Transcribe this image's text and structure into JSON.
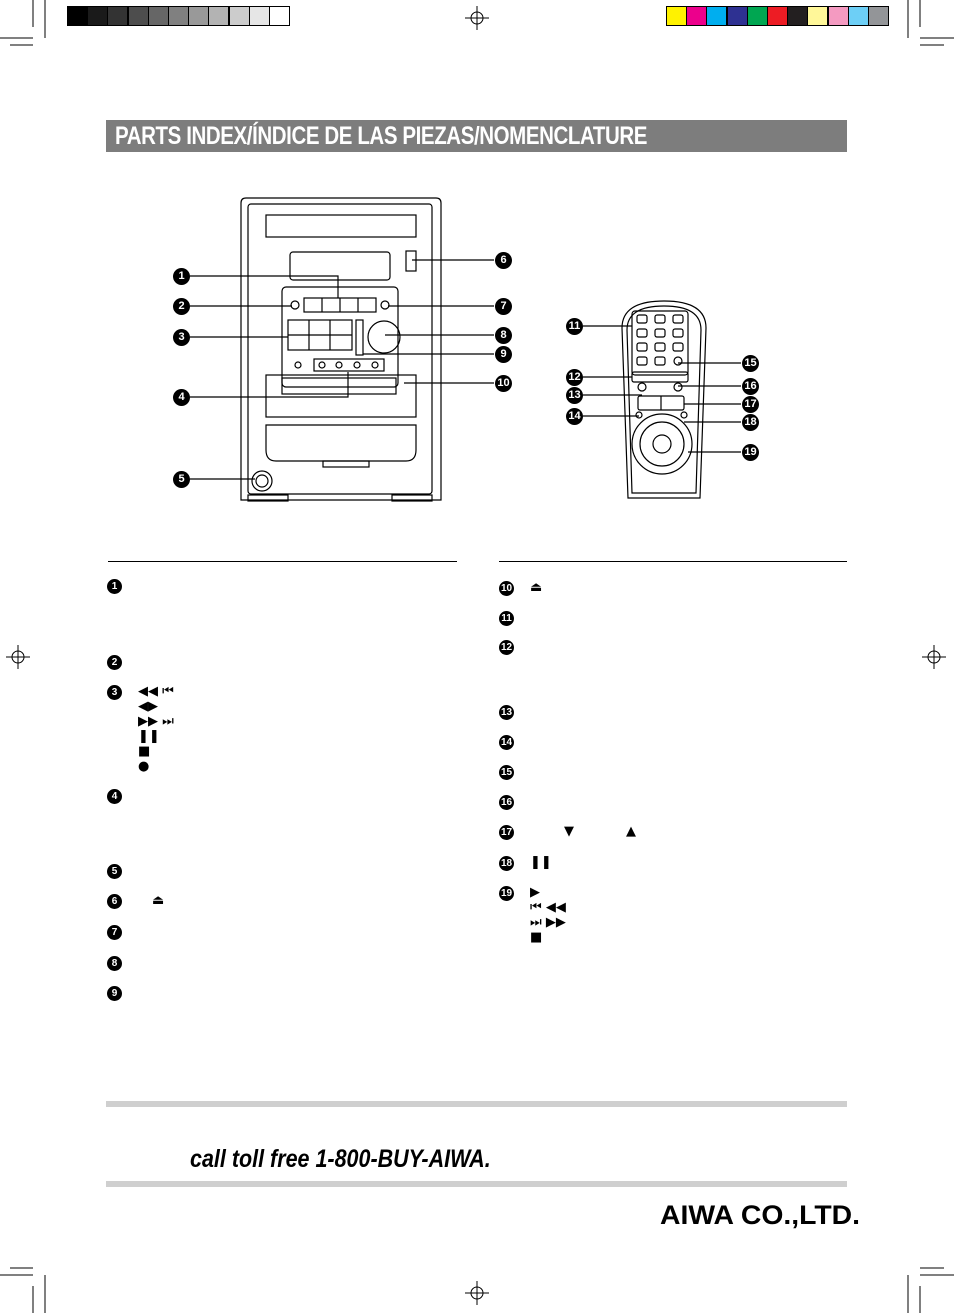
{
  "title": "PARTS INDEX/ÍNDICE DE LAS PIEZAS/NOMENCLATURE",
  "callouts": [
    "1",
    "2",
    "3",
    "4",
    "5",
    "6",
    "7",
    "8",
    "9",
    "10",
    "11",
    "12",
    "13",
    "14",
    "15",
    "16",
    "17",
    "18",
    "19"
  ],
  "list_left": [
    {
      "num": "1",
      "symbols": []
    },
    {
      "num": "2",
      "symbols": []
    },
    {
      "num": "3",
      "symbols": [
        "◀◀ ⏮",
        "◀▶",
        "▶▶ ⏭",
        "❚❚",
        "■",
        "●"
      ]
    },
    {
      "num": "4",
      "symbols": []
    },
    {
      "num": "5",
      "symbols": []
    },
    {
      "num": "6",
      "symbols": [
        "⏏"
      ]
    },
    {
      "num": "7",
      "symbols": []
    },
    {
      "num": "8",
      "symbols": []
    },
    {
      "num": "9",
      "symbols": []
    }
  ],
  "list_right": [
    {
      "num": "10",
      "symbols": [
        "⏏"
      ]
    },
    {
      "num": "11",
      "symbols": []
    },
    {
      "num": "12",
      "symbols": []
    },
    {
      "num": "13",
      "symbols": []
    },
    {
      "num": "14",
      "symbols": []
    },
    {
      "num": "15",
      "symbols": []
    },
    {
      "num": "16",
      "symbols": []
    },
    {
      "num": "17",
      "symbols": [
        "▼",
        "▲"
      ]
    },
    {
      "num": "18",
      "symbols": [
        "❚❚"
      ]
    },
    {
      "num": "19",
      "symbols": [
        "▶",
        "⏮ ◀◀",
        "⏭ ▶▶",
        "■"
      ]
    }
  ],
  "footer": {
    "tollfree": "call toll free 1-800-BUY-AIWA.",
    "company": "AIWA CO.,LTD."
  },
  "colors": {
    "title_bar": "#7d7d7d",
    "footer_bar": "#cfcfcf",
    "gray_swatches": [
      "#000000",
      "#1a1a1a",
      "#333333",
      "#4d4d4d",
      "#666666",
      "#808080",
      "#999999",
      "#b3b3b3",
      "#cccccc",
      "#e6e6e6",
      "#ffffff"
    ],
    "color_swatches": [
      "#fff200",
      "#ec008c",
      "#00aeef",
      "#2e3192",
      "#00a651",
      "#ed1c24",
      "#231f20",
      "#fff799",
      "#f49ac1",
      "#6dcff6",
      "#939598"
    ]
  }
}
